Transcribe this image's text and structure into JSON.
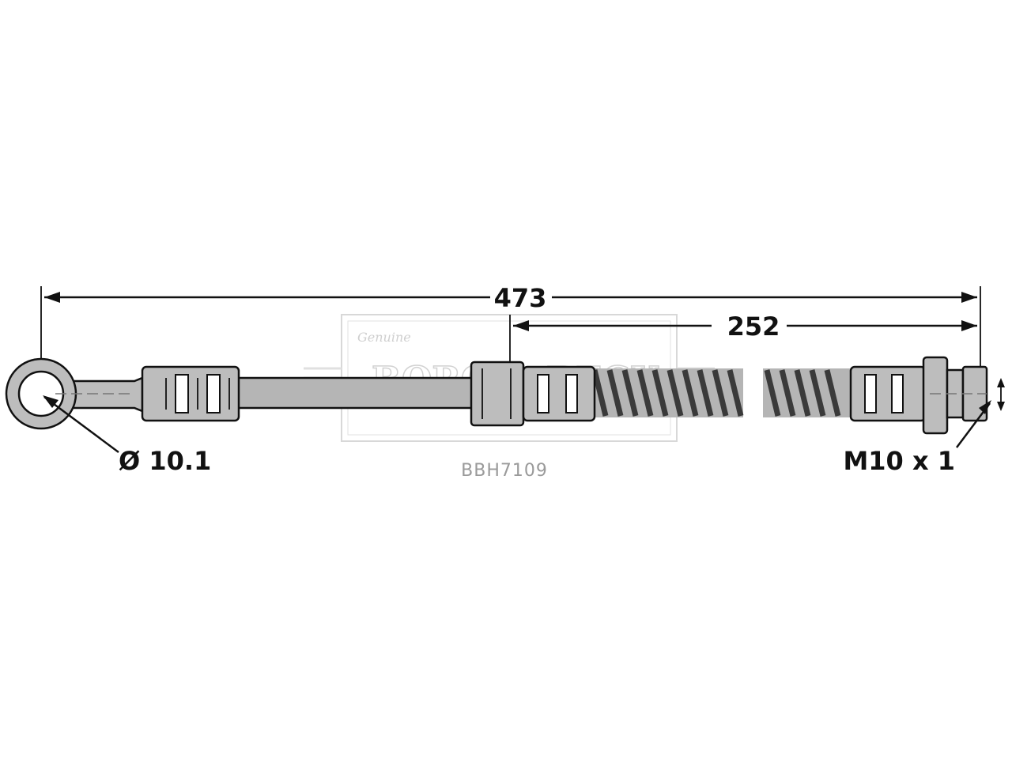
{
  "dimensions": {
    "overall_length": "473",
    "partial_length": "252",
    "eye_diameter": "Ø 10.1",
    "thread": "M10 x 1"
  },
  "part_number": "BBH7109",
  "watermark": {
    "brand": "BORG & BECK",
    "script": "Genuine"
  },
  "colors": {
    "line": "#111111",
    "hose": "#b5b5b5",
    "fitting": "#bdbdbd",
    "coil": "#3a3a3a",
    "watermark": "#d2d2d2"
  }
}
